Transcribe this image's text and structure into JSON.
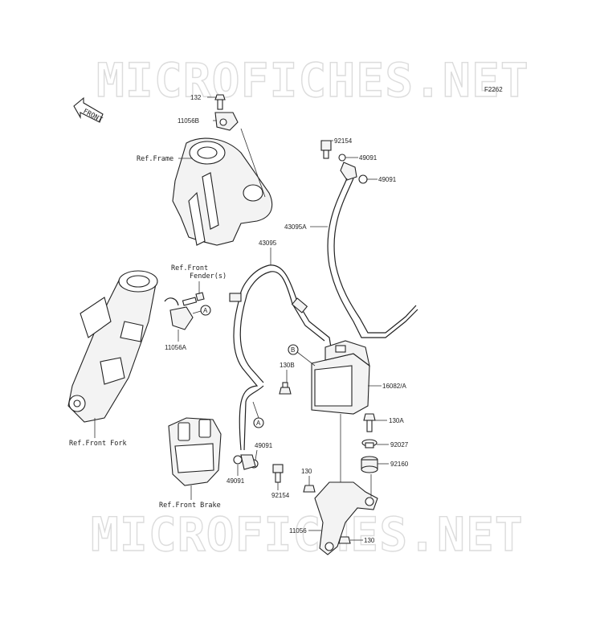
{
  "watermark": {
    "top": "MICROFICHES.NET",
    "bottom": "MICROFICHES.NET"
  },
  "figure_code": "F2262",
  "front_arrow_label": "FRONT",
  "part_labels": {
    "p132": "132",
    "p11056B": "11056B",
    "p92154_top": "92154",
    "p49091_a": "49091",
    "p49091_b": "49091",
    "p43095A": "43095A",
    "p43095": "43095",
    "p11056A": "11056A",
    "p130B": "130B",
    "p16082A": "16082/A",
    "p130A": "130A",
    "p92027": "92027",
    "p92160": "92160",
    "p49091_c": "49091",
    "p49091_d": "49091",
    "p92154_bot": "92154",
    "p130_a": "130",
    "p11056": "11056",
    "p130_b": "130"
  },
  "ref_labels": {
    "frame": "Ref.Frame",
    "front_fender_1": "Ref.Front",
    "front_fender_2": "Fender(s)",
    "front_fork": "Ref.Front Fork",
    "front_brake": "Ref.Front Brake"
  },
  "callouts": {
    "a1": "A",
    "a2": "A",
    "b1": "B",
    "b2": "B"
  }
}
